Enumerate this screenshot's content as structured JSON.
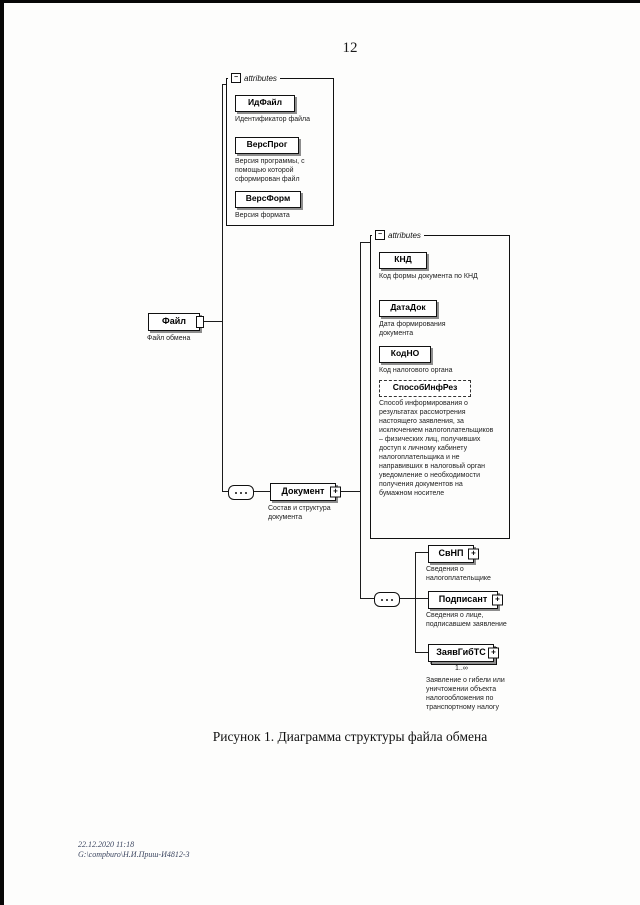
{
  "page": {
    "number": "12",
    "caption": "Рисунок 1. Диаграмма структуры файла обмена",
    "footer_line1": "22.12.2020 11:18",
    "footer_line2": "G:\\compburo\\Н.И.Приш-И4812-3"
  },
  "icons": {
    "expand": "+",
    "collapse": "−"
  },
  "diagram": {
    "attributes_label": "attributes",
    "root": {
      "name": "Файл",
      "description": "Файл обмена"
    },
    "file_attributes": [
      {
        "name": "ИдФайл",
        "description": "Идентификатор файла"
      },
      {
        "name": "ВерсПрог",
        "description": "Версия программы, с помощью которой сформирован файл"
      },
      {
        "name": "ВерсФорм",
        "description": "Версия формата"
      }
    ],
    "document": {
      "name": "Документ",
      "description": "Состав и структура документа"
    },
    "document_attributes": [
      {
        "name": "КНД",
        "description": "Код формы документа по КНД"
      },
      {
        "name": "ДатаДок",
        "description": "Дата формирования документа"
      },
      {
        "name": "КодНО",
        "description": "Код налогового органа"
      },
      {
        "name": "СпособИнфРез",
        "description": "Способ информирования о результатах рассмотрения настоящего заявления, за исключением налогоплательщиков – физических лиц, получивших доступ к личному кабинету налогоплательщика и не направивших в налоговый орган уведомление о необходимости получения документов на бумажном носителе"
      }
    ],
    "children": [
      {
        "name": "СвНП",
        "description": "Сведения о налогоплательщике"
      },
      {
        "name": "Подписант",
        "description": "Сведения о лице, подписавшем заявление"
      },
      {
        "name": "ЗаявГибТС",
        "cardinality": "1..∞",
        "description": "Заявление о гибели или уничтожении объекта налогообложения по транспортному налогу"
      }
    ]
  }
}
